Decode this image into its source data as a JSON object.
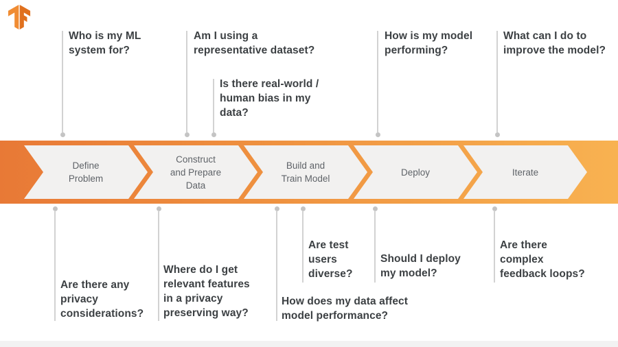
{
  "logo": {
    "icon": "tensorflow-logo"
  },
  "stages": [
    {
      "label": "Define\nProblem"
    },
    {
      "label": "Construct\nand Prepare\nData"
    },
    {
      "label": "Build and\nTrain Model"
    },
    {
      "label": "Deploy"
    },
    {
      "label": "Iterate"
    }
  ],
  "top_questions": [
    {
      "text": "Who is my ML\nsystem for?"
    },
    {
      "text": "Am I using a\nrepresentative dataset?"
    },
    {
      "text": "Is there real-world /\nhuman bias in my\ndata?"
    },
    {
      "text": "How is my model\nperforming?"
    },
    {
      "text": "What can I do to\nimprove the model?"
    }
  ],
  "bottom_questions": [
    {
      "text": "Are there any\nprivacy\nconsiderations?"
    },
    {
      "text": "Where do I get\nrelevant features\nin a privacy\npreserving way?"
    },
    {
      "text": "Are test\nusers\ndiverse?"
    },
    {
      "text": "Should I deploy\nmy model?"
    },
    {
      "text": "How does my data affect\nmodel performance?"
    },
    {
      "text": "Are there\ncomplex\nfeedback loops?"
    }
  ],
  "colors": {
    "banner_gradient_start": "#e87936",
    "banner_gradient_end": "#f8b251",
    "arrow_fill": "#f2f1f0",
    "stage_text": "#5f6368",
    "question_text": "#3c4043",
    "connector": "#d2d2d2",
    "logo_orange_light": "#f08c33",
    "logo_orange_dark": "#e0701e"
  }
}
